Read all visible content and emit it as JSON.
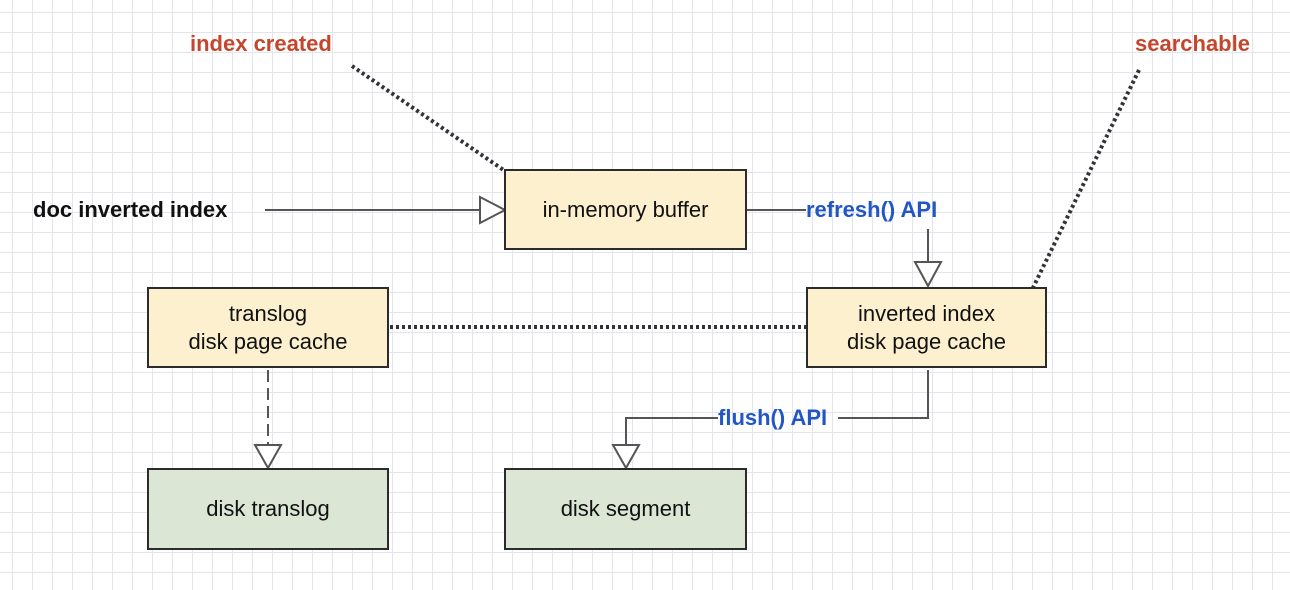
{
  "colors": {
    "accent_red": "#c4462c",
    "accent_blue": "#2356c5",
    "buffer_fill": "#fdf0cf",
    "disk_fill": "#dbe6d4",
    "line": "#555555"
  },
  "labels": {
    "doc_inverted_index": "doc inverted index",
    "index_created": "index created",
    "searchable": "searchable",
    "refresh_api": "refresh() API",
    "flush_api": "flush() API"
  },
  "boxes": {
    "in_memory_buffer": "in-memory buffer",
    "translog_cache_line1": "translog",
    "translog_cache_line2": "disk page cache",
    "inverted_cache_line1": "inverted index",
    "inverted_cache_line2": "disk page cache",
    "disk_translog": "disk translog",
    "disk_segment": "disk segment"
  }
}
